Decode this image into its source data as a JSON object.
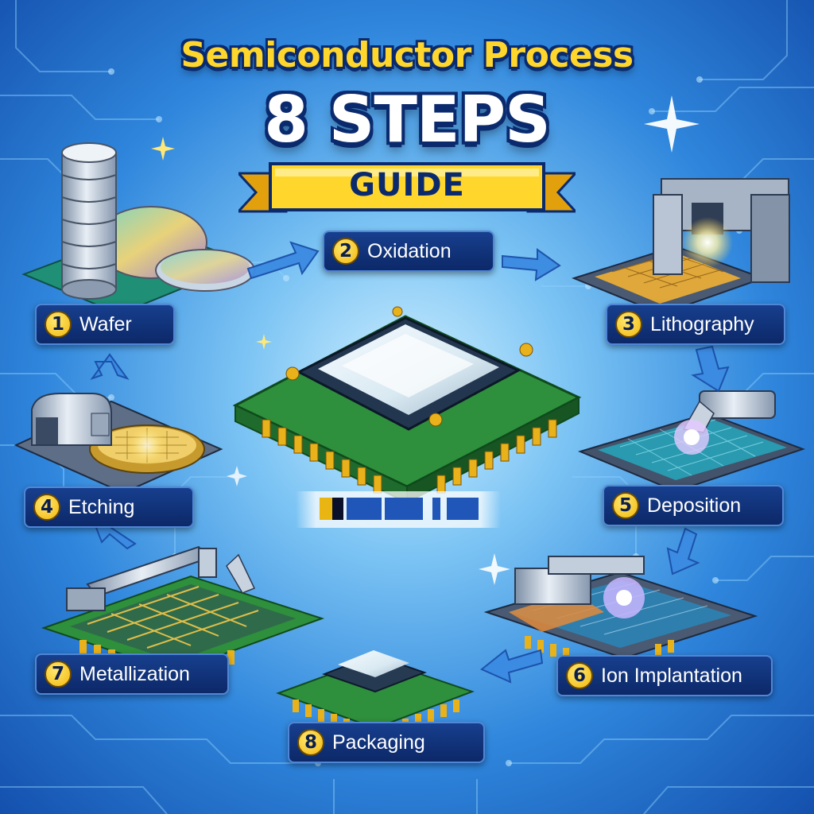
{
  "title": {
    "line1": "Semiconductor Process",
    "line2": "8 STEPS",
    "ribbon": "GUIDE"
  },
  "steps": [
    {
      "num": "1",
      "label": "Wafer"
    },
    {
      "num": "2",
      "label": "Oxidation"
    },
    {
      "num": "3",
      "label": "Lithography"
    },
    {
      "num": "4",
      "label": "Etching"
    },
    {
      "num": "5",
      "label": "Deposition"
    },
    {
      "num": "6",
      "label": "Ion Implantation"
    },
    {
      "num": "7",
      "label": "Metallization"
    },
    {
      "num": "8",
      "label": "Packaging"
    }
  ],
  "icons": [
    "wafer-stack-icon",
    "lithography-machine-icon",
    "etching-machine-icon",
    "deposition-machine-icon",
    "ion-implanter-icon",
    "metallization-machine-icon",
    "packaged-chip-icon",
    "central-chip-icon",
    "flow-arrow-icon",
    "sparkle-icon",
    "center-logo-icon"
  ],
  "colors": {
    "background": "#2f86dc",
    "title_yellow": "#ffd62c",
    "title_white": "#ffffff",
    "outline_navy": "#0b2a6e",
    "label_box": "#173f8e",
    "badge_gold": "#f2b80e",
    "chip_green": "#2e8f3c",
    "pin_gold": "#e9b21a"
  }
}
